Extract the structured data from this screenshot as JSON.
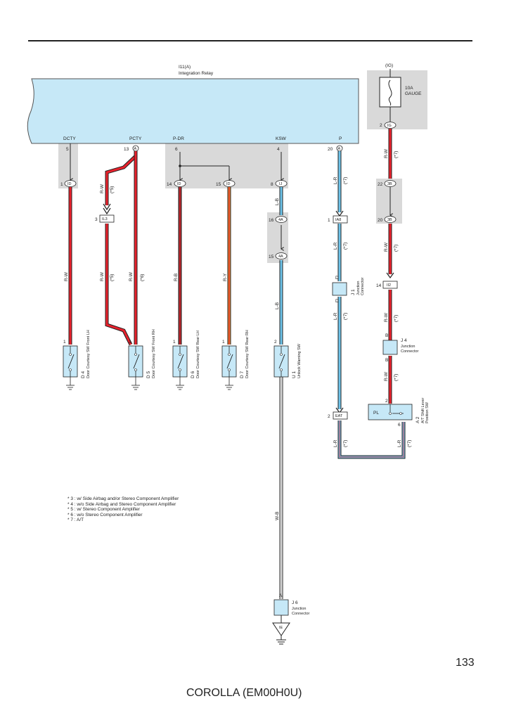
{
  "relay": {
    "title": "I11(A)",
    "subtitle": "Integration Relay"
  },
  "ign": {
    "label": "(IG)",
    "fuse_amp": "10A",
    "fuse_name": "GAUGE",
    "pin": "2",
    "conn": "IG"
  },
  "relay_pins": [
    {
      "label": "DCTY",
      "pin": "5"
    },
    {
      "label": "PCTY",
      "pin": "13",
      "conn": "A"
    },
    {
      "label": "P-DR",
      "pin": "6"
    },
    {
      "label": "KSW",
      "pin": "4"
    },
    {
      "label": "P",
      "pin": "20",
      "conn": "A"
    }
  ],
  "connectors": [
    {
      "pin": "1",
      "id": "ID"
    },
    {
      "pin": "3",
      "id": "IL3"
    },
    {
      "pin": "14",
      "id": "ID"
    },
    {
      "pin": "15",
      "id": "ID"
    },
    {
      "pin": "8",
      "id": "IJ"
    },
    {
      "pin": "16",
      "id": "4A"
    },
    {
      "pin": "15",
      "id": "4A"
    },
    {
      "pin": "1",
      "id": "IA8"
    },
    {
      "pin": "22",
      "id": "3B"
    },
    {
      "pin": "20",
      "id": "3B"
    },
    {
      "pin": "14",
      "id": "II2"
    },
    {
      "pin": "2",
      "id": "EAT"
    }
  ],
  "wires": {
    "dcty": {
      "color": "R-W"
    },
    "pcty_a": {
      "color": "R-W",
      "note": "(*5)"
    },
    "pcty_b": {
      "color": "R-W",
      "note": "(*5)"
    },
    "pcty_c": {
      "color": "R-W",
      "note": "(*6)"
    },
    "pdr_a": {
      "color": "R-B"
    },
    "pdr_b": {
      "color": "R-Y"
    },
    "ksw_a": {
      "color": "L-B"
    },
    "ksw_b": {
      "color": "L-B"
    },
    "ksw_c": {
      "color": "W-B"
    },
    "p_a": {
      "color": "L-R",
      "note": "(*7)"
    },
    "p_b": {
      "color": "L-R",
      "note": "(*7)"
    },
    "p_c": {
      "color": "L-R",
      "note": "(*7)"
    },
    "p_d": {
      "color": "L-R",
      "note": "(*7)"
    },
    "ig_a": {
      "color": "R-W",
      "note": "(*7)"
    },
    "ig_b": {
      "color": "R-W",
      "note": "(*7)"
    },
    "ig_c": {
      "color": "R-W",
      "note": "(*7)"
    },
    "ig_d": {
      "color": "R-W",
      "note": "(*7)"
    },
    "ig_e": {
      "color": "L-R",
      "note": "(*7)"
    }
  },
  "switches": [
    {
      "pin": "1",
      "code": "D 4",
      "name": "Door Courtesy SW Front LH"
    },
    {
      "pin": "1",
      "code": "D 5",
      "name": "Door Courtesy SW Front RH"
    },
    {
      "pin": "1",
      "code": "D 6",
      "name": "Door Courtesy SW Rear LH"
    },
    {
      "pin": "1",
      "code": "D 7",
      "name": "Door Courtesy SW Rear RH"
    },
    {
      "pin": "2",
      "code": "U 1",
      "name": "Unlock Warning SW"
    }
  ],
  "j1": {
    "code": "J 1",
    "name1": "Junction",
    "name2": "Connector",
    "pin_top": "D",
    "pin_bot": "D"
  },
  "j4": {
    "code": "J 4",
    "name1": "Junction",
    "name2": "Connector",
    "pin_top": "B",
    "pin_bot": "B"
  },
  "j6": {
    "code": "J 6",
    "name1": "Junction",
    "name2": "Connector",
    "pin": "A",
    "ground": "IE"
  },
  "a2": {
    "code": "A 2",
    "name1": "A/T Shift Lever",
    "name2": "Position SW",
    "label": "PL",
    "pin_in": "2",
    "pin_out": "6"
  },
  "notes": [
    "* 3 : w/ Side Airbag and/or Stereo Component Amplifier",
    "* 4 : w/o Side Airbag and Stereo Component Amplifier",
    "* 5 : w/ Stereo Component Amplifier",
    "* 6 : w/o Stereo Component Amplifier",
    "* 7 : A/T"
  ],
  "page_number": "133",
  "footer": "COROLLA (EM00H0U)",
  "colors": {
    "relay_fill": "#c6e8f7",
    "shade": "#d9d9d9",
    "red": "#e8212c",
    "orange": "#f28c2c",
    "blue": "#6fc4ea",
    "brown": "#8b2b2b"
  }
}
